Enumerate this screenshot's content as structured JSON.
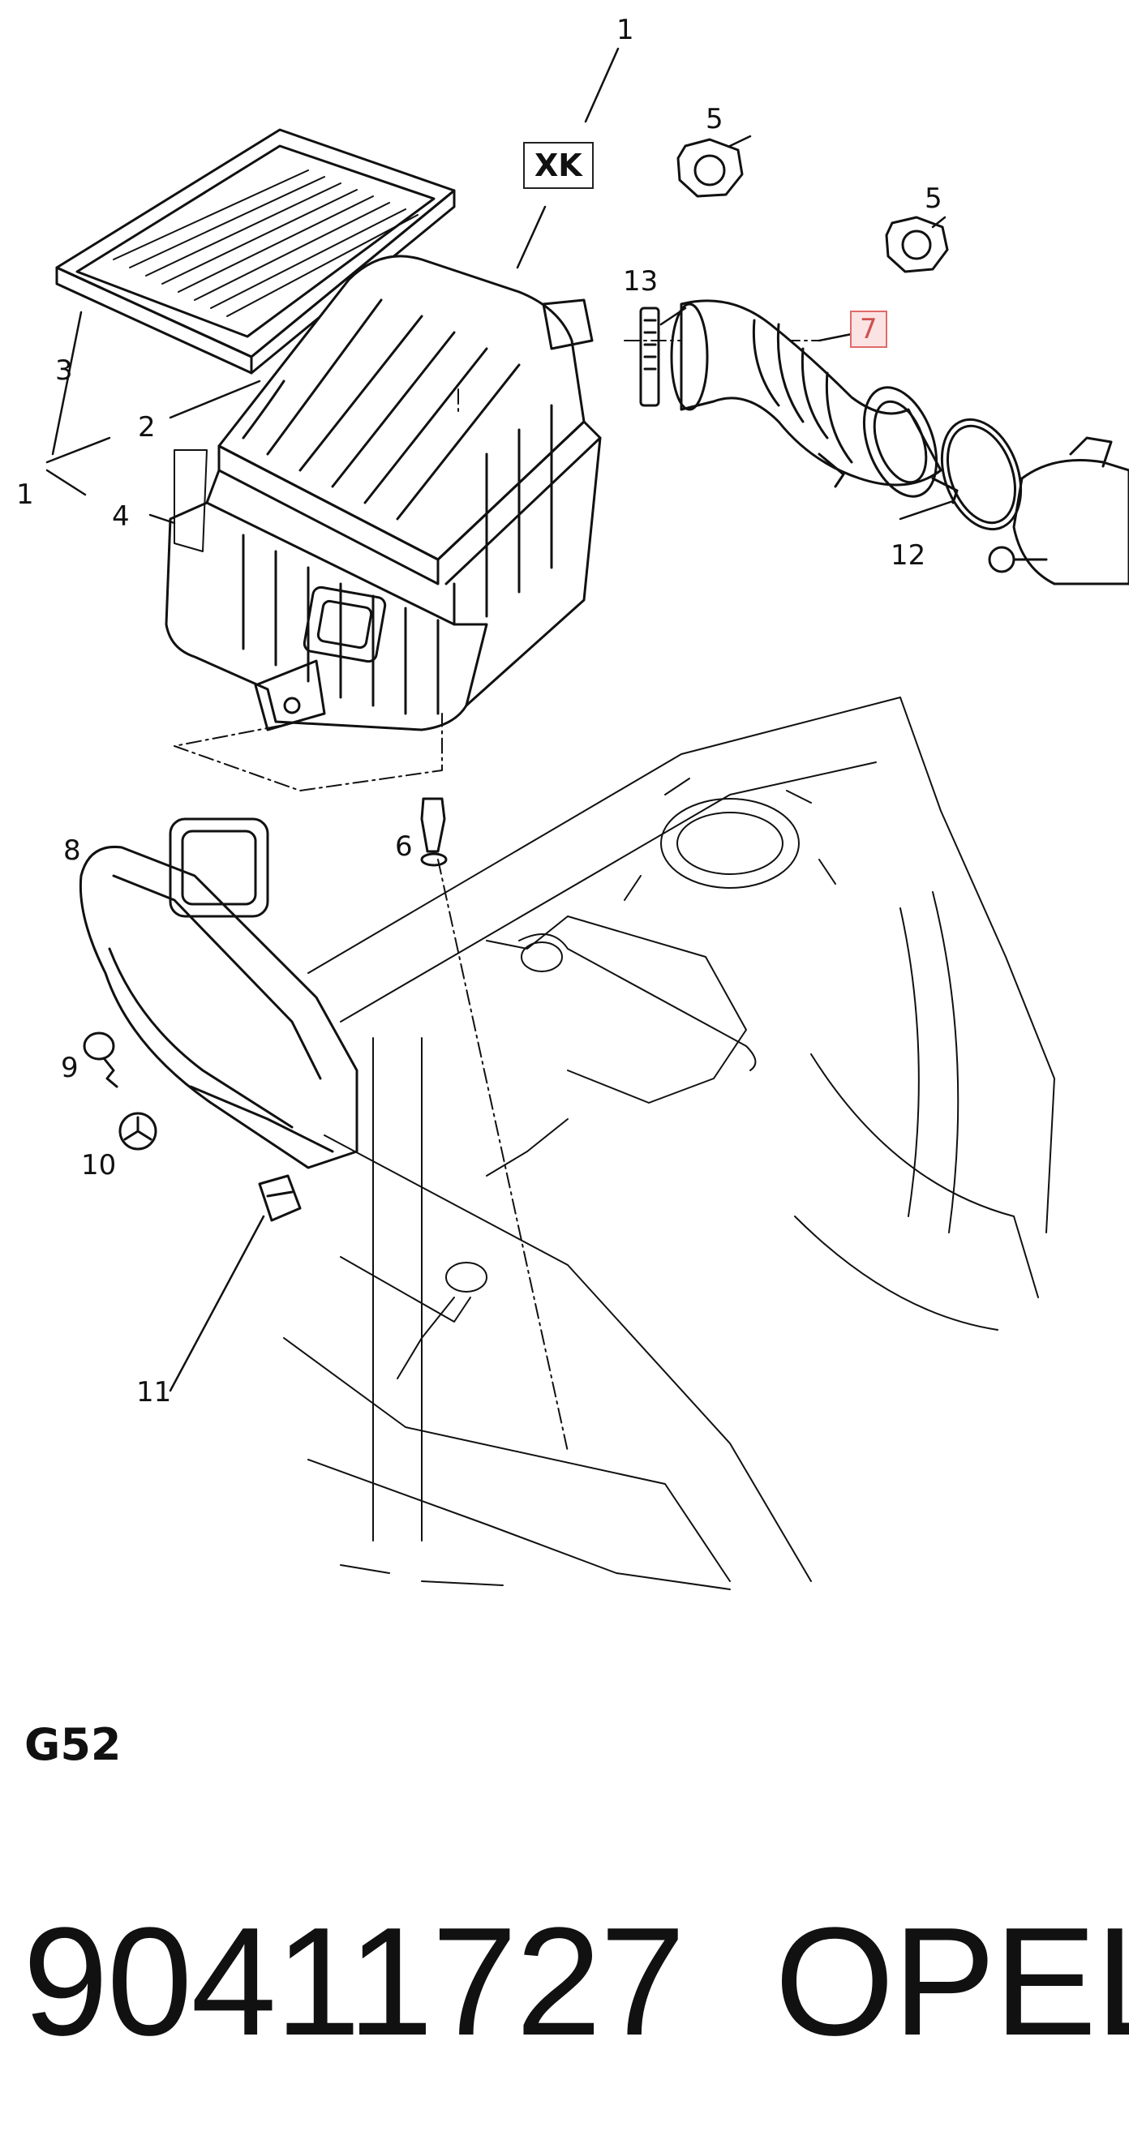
{
  "diagram": {
    "callouts": {
      "c1_top": "1",
      "xk": "XK",
      "c5_a": "5",
      "c5_b": "5",
      "c13": "13",
      "c7": "7",
      "c3": "3",
      "c2": "2",
      "c1_left": "1",
      "c4": "4",
      "c12": "12",
      "c8": "8",
      "c6": "6",
      "c9": "9",
      "c10": "10",
      "c11": "11"
    }
  },
  "footer": {
    "section_code": "G52",
    "part_number": "90411727",
    "brand": "OPEL"
  }
}
